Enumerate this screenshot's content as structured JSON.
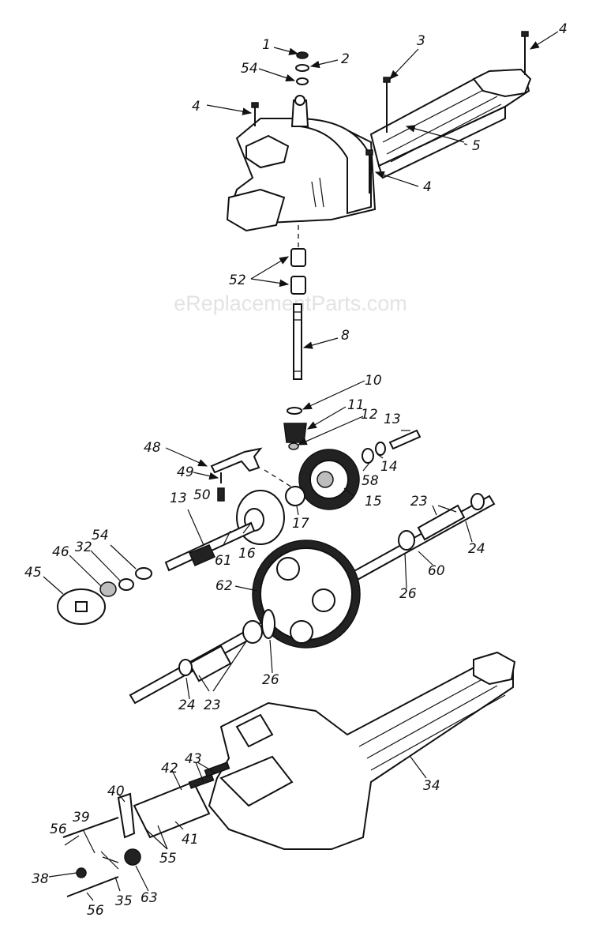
{
  "watermark": "eReplacementParts.com",
  "callouts": [
    "1",
    "2",
    "54",
    "3",
    "4",
    "4",
    "5",
    "4",
    "52",
    "8",
    "10",
    "11",
    "12",
    "13",
    "14",
    "48",
    "49",
    "50",
    "58",
    "15",
    "17",
    "13",
    "16",
    "61",
    "23",
    "24",
    "54",
    "32",
    "46",
    "45",
    "62",
    "60",
    "26",
    "26",
    "24",
    "23",
    "34",
    "42",
    "43",
    "40",
    "39",
    "56",
    "41",
    "55",
    "38",
    "35",
    "63",
    "56"
  ]
}
